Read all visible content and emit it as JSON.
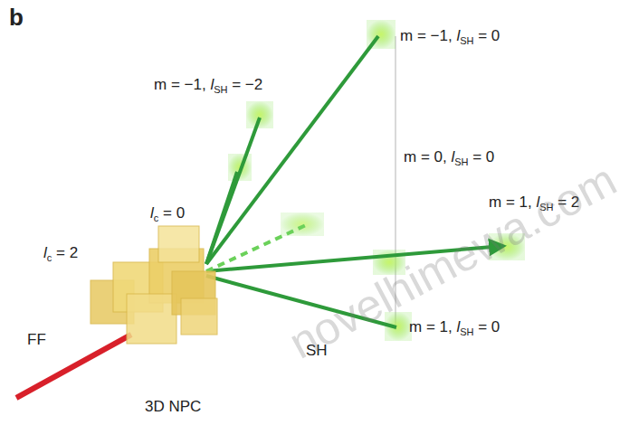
{
  "diagram": {
    "labels": [
      "b",
      "m = −1, lSH = 0",
      "m = −1, lSH = −2",
      "m = 0, lSH = 0",
      "m = 1, lSH = 2",
      "m = 1, lSH = 0",
      "lc = 0",
      "lc = 2",
      "FF",
      "SH",
      "3D NPC",
      "novelhimewa.com"
    ]
  }
}
